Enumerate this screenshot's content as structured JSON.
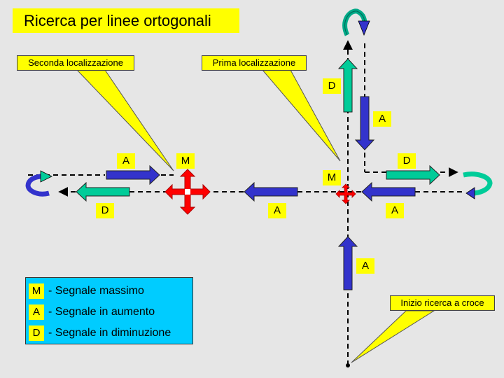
{
  "title": "Ricerca per linee ortogonali",
  "callouts": {
    "second": "Seconda localizzazione",
    "first": "Prima localizzazione",
    "start": "Inizio ricerca a croce"
  },
  "labels": {
    "max": "M",
    "increase": "A",
    "decrease": "D"
  },
  "legend": [
    {
      "key": "M",
      "text": "- Segnale massimo"
    },
    {
      "key": "A",
      "text": "- Segnale in aumento"
    },
    {
      "key": "D",
      "text": "- Segnale in diminuzione"
    }
  ],
  "colors": {
    "background": "#e6e6e6",
    "yellow": "#ffff00",
    "increase_arrow": "#3333cc",
    "decrease_arrow": "#00cc99",
    "max_marker": "#ff0000",
    "legend_bg": "#00ccff"
  }
}
